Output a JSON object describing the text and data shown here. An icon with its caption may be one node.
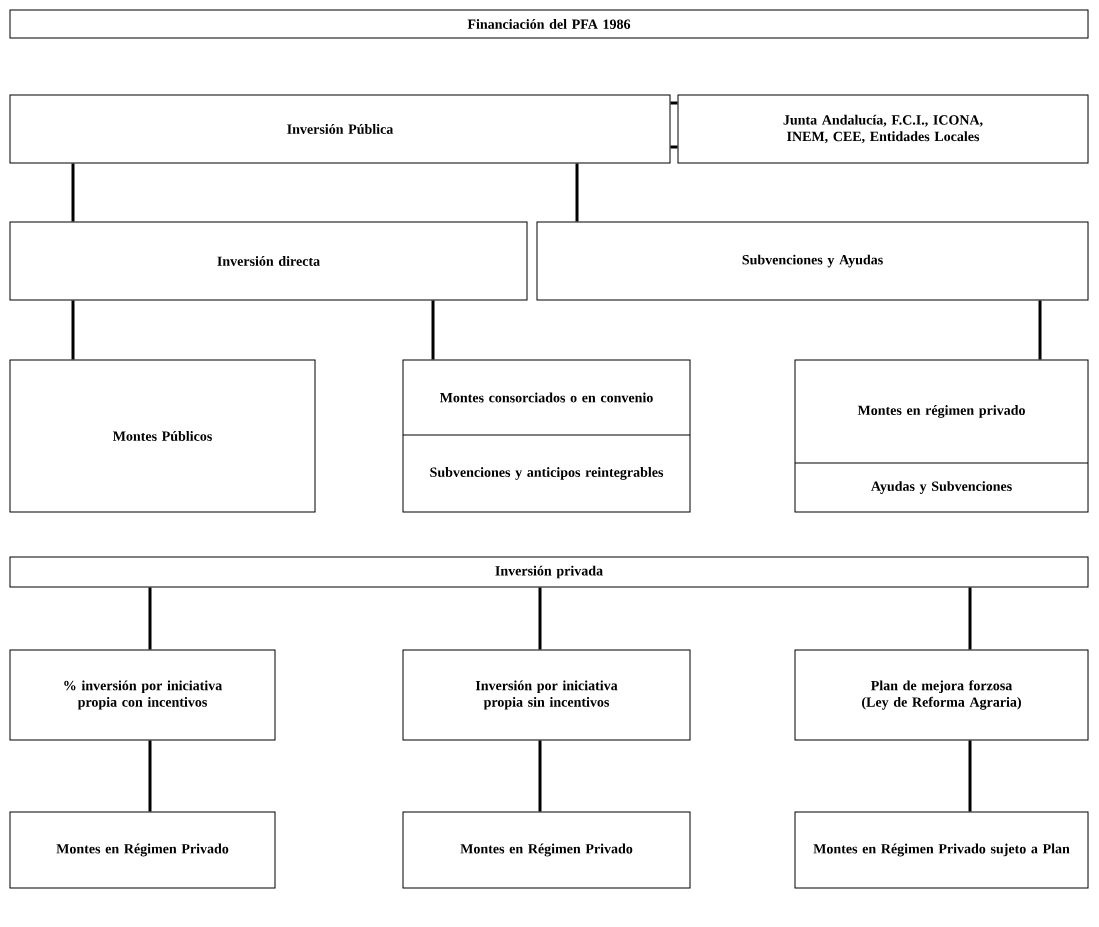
{
  "diagram": {
    "nodes": [
      {
        "text": [
          "Financiación del PFA 1986"
        ]
      },
      {
        "text": [
          "Inversión Pública"
        ]
      },
      {
        "text": [
          "Junta Andalucía, F.C.I., ICONA, INEM, CEE, Entidades Locales"
        ]
      },
      {
        "text": [
          "Inversión directa"
        ]
      },
      {
        "text": [
          "Subvenciones y Ayudas"
        ]
      },
      {
        "text": [
          "Montes Públicos"
        ]
      },
      {
        "text": [
          "Montes consorciados o en convenio",
          "Subvenciones y anticipos reintegrables"
        ]
      },
      {
        "text": [
          "Montes en régimen privado",
          "Ayudas y Subvenciones"
        ]
      },
      {
        "text": [
          "Inversión privada"
        ]
      },
      {
        "text": [
          "% inversión por iniciativa propia con incentivos"
        ]
      },
      {
        "text": [
          "Inversión por iniciativa propia sin incentivos"
        ]
      },
      {
        "text": [
          "Plan de mejora forzosa (Ley de Reforma Agraria)"
        ]
      },
      {
        "text": [
          "Montes en Régimen Privado"
        ]
      },
      {
        "text": [
          "Montes en Régimen Privado"
        ]
      },
      {
        "text": [
          "Montes en Régimen Privado sujeto a Plan"
        ]
      }
    ],
    "edges": [
      {
        "from": 1,
        "to": 2,
        "arrow": "none"
      },
      {
        "from": 1,
        "to": 2,
        "arrow": "none"
      },
      {
        "from": 1,
        "to": 3,
        "arrow": "none"
      },
      {
        "from": 1,
        "to": 4,
        "arrow": "none"
      },
      {
        "from": 3,
        "to": 5,
        "arrow": "none"
      },
      {
        "from": 3,
        "to": 6,
        "arrow": "none"
      },
      {
        "from": 4,
        "to": 7,
        "arrow": "none"
      },
      {
        "from": 8,
        "to": 9,
        "arrow": "none"
      },
      {
        "from": 8,
        "to": 10,
        "arrow": "none"
      },
      {
        "from": 8,
        "to": 11,
        "arrow": "none"
      },
      {
        "from": 9,
        "to": 12,
        "arrow": "none"
      },
      {
        "from": 10,
        "to": 13,
        "arrow": "none"
      },
      {
        "from": 11,
        "to": 14,
        "arrow": "none"
      }
    ]
  }
}
